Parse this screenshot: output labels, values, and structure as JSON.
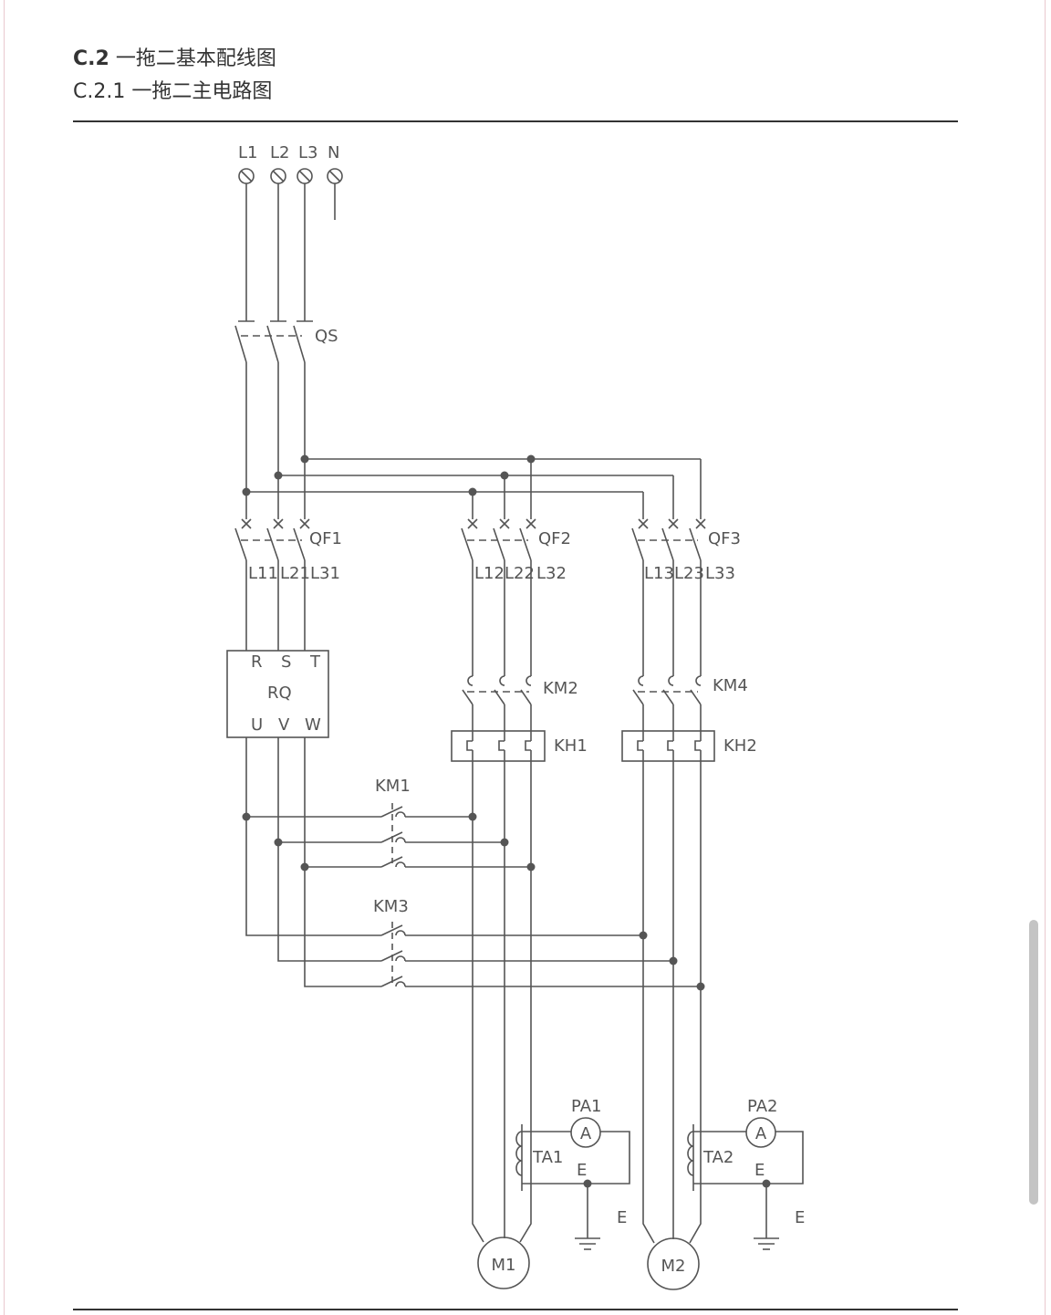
{
  "header": {
    "section_number": "C.2",
    "section_title": "一拖二基本配线图",
    "subsection_title": "C.2.1 一拖二主电路图"
  },
  "diagram": {
    "terminals": [
      "L1",
      "L2",
      "L3",
      "N"
    ],
    "main_switch": "QS",
    "breakers": [
      "QF1",
      "QF2",
      "QF3"
    ],
    "breaker_outputs": {
      "QF1": [
        "L11",
        "L21",
        "L31"
      ],
      "QF2": [
        "L12",
        "L22",
        "L32"
      ],
      "QF3": [
        "L13",
        "L23",
        "L33"
      ]
    },
    "soft_starter": {
      "name": "RQ",
      "inputs": [
        "R",
        "S",
        "T"
      ],
      "outputs": [
        "U",
        "V",
        "W"
      ]
    },
    "contactors": [
      "KM1",
      "KM2",
      "KM3",
      "KM4"
    ],
    "thermal_relays": [
      "KH1",
      "KH2"
    ],
    "ammeters": [
      "PA1",
      "PA2"
    ],
    "ammeter_symbol": "A",
    "current_transformers": [
      "TA1",
      "TA2"
    ],
    "earth_label": "E",
    "motors": [
      "M1",
      "M2"
    ]
  }
}
